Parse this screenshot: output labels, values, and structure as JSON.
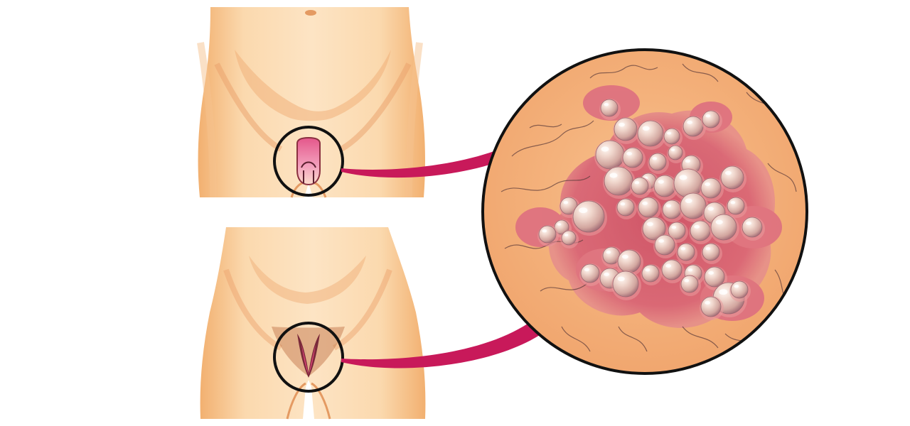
{
  "colors": {
    "background": "#ffffff",
    "skin_light": "#fbe0c0",
    "skin_mid": "#f7c58f",
    "skin_shade": "#ea9f62",
    "skin_deep": "#d98a52",
    "genital_pink": "#e0447a",
    "genital_dark": "#7a2a3a",
    "arrow": "#c8195a",
    "circle_outline": "#111111",
    "zoom_skin": "#f6b27a",
    "inflamed": "#d2546e",
    "inflamed_light": "#e88a8a",
    "blister": "#e8c9bd",
    "blister_shadow": "#a6717a",
    "blister_highlight": "#ffffff",
    "hair": "#5a3a3a"
  },
  "panels": [
    {
      "name": "male-torso",
      "focus": "male-genital-area"
    },
    {
      "name": "female-torso",
      "focus": "female-genital-area"
    }
  ],
  "zoom": {
    "subject": "skin-lesion-cluster",
    "feature": "fluid-filled-blisters-on-inflamed-skin"
  }
}
